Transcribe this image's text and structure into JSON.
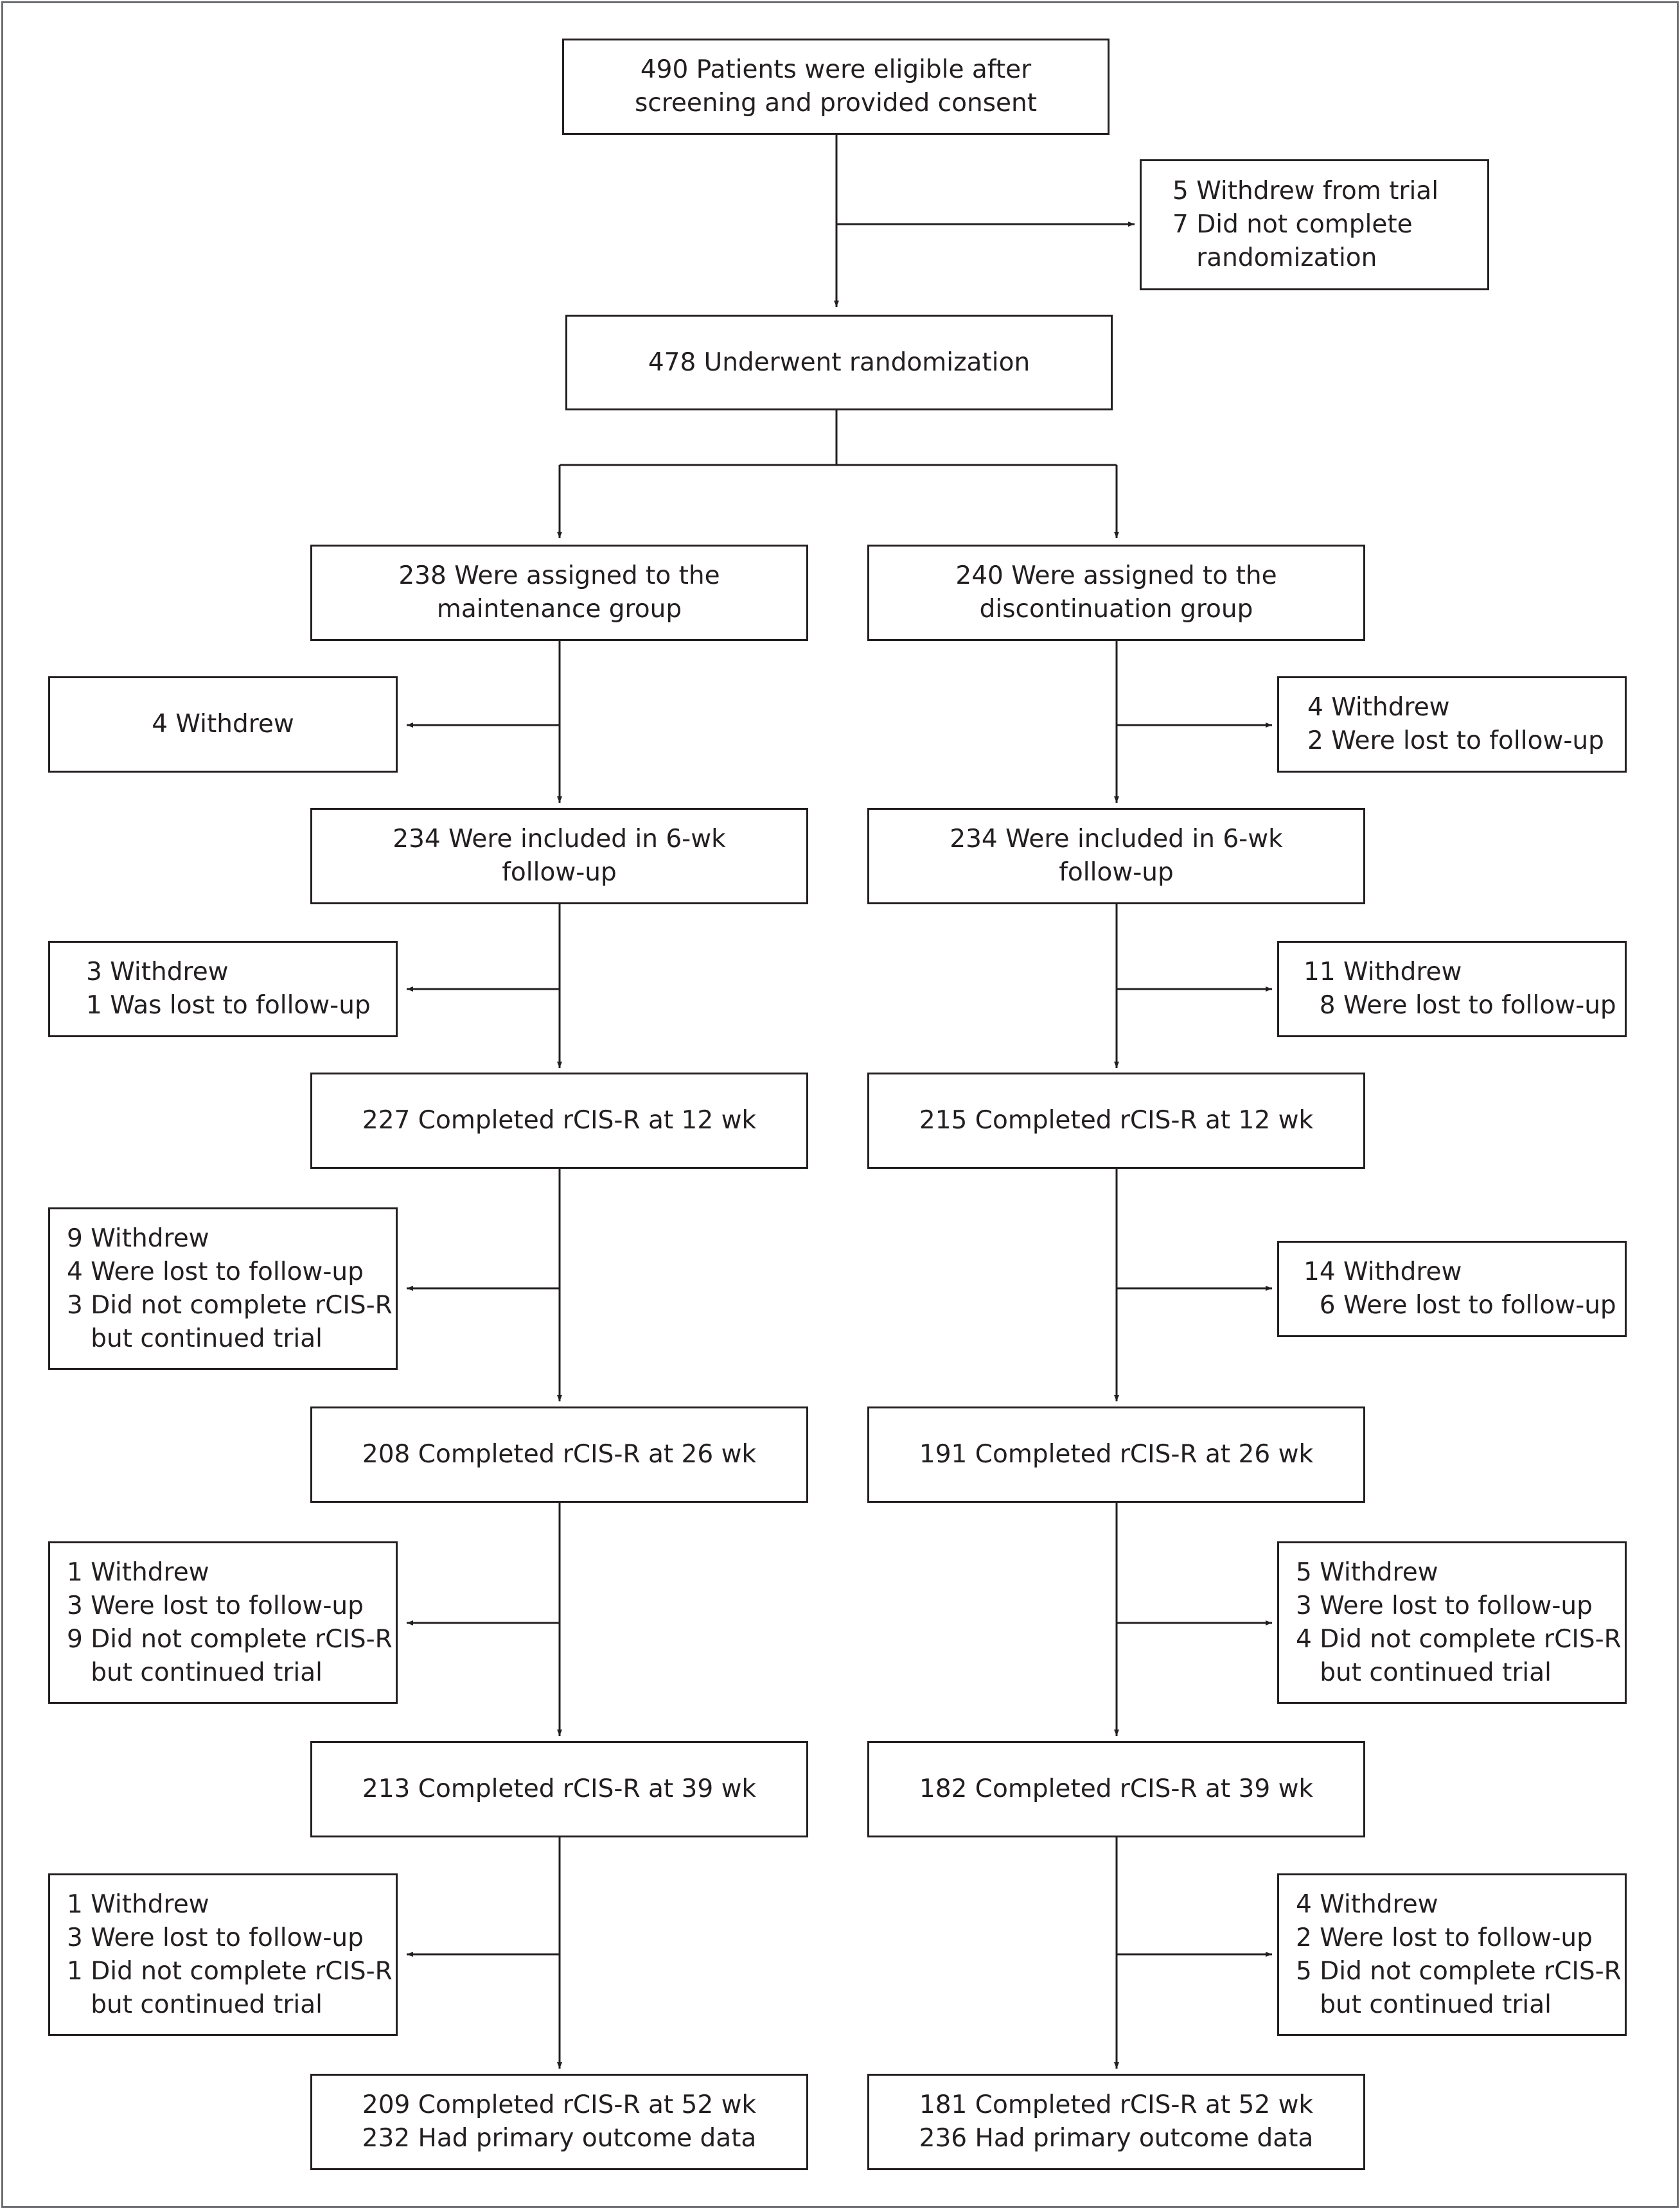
{
  "enrollment": {
    "lines": [
      "490 Patients were eligible after",
      "screening and provided consent"
    ]
  },
  "pre_randomization_exclusion": {
    "lines": [
      "5 Withdrew from trial",
      "7 Did not complete",
      "   randomization"
    ]
  },
  "randomized": {
    "lines": [
      "478 Underwent randomization"
    ]
  },
  "maintenance": {
    "assigned": {
      "lines": [
        "238 Were assigned to the",
        "maintenance group"
      ]
    },
    "excluded_1": {
      "lines": [
        "4 Withdrew"
      ]
    },
    "followup_6wk": {
      "lines": [
        "234 Were included in 6-wk",
        "follow-up"
      ]
    },
    "excluded_2": {
      "lines": [
        "3 Withdrew",
        "1 Was lost to follow-up"
      ]
    },
    "wk12": {
      "lines": [
        "227 Completed rCIS-R at 12 wk"
      ]
    },
    "excluded_3": {
      "lines": [
        "9 Withdrew",
        "4 Were lost to follow-up",
        "3 Did not complete rCIS-R",
        "   but continued trial"
      ]
    },
    "wk26": {
      "lines": [
        "208 Completed rCIS-R at 26 wk"
      ]
    },
    "excluded_4": {
      "lines": [
        "1 Withdrew",
        "3 Were lost to follow-up",
        "9 Did not complete rCIS-R",
        "   but continued trial"
      ]
    },
    "wk39": {
      "lines": [
        "213 Completed rCIS-R at 39 wk"
      ]
    },
    "excluded_5": {
      "lines": [
        "1 Withdrew",
        "3 Were lost to follow-up",
        "1 Did not complete rCIS-R",
        "   but continued trial"
      ]
    },
    "wk52": {
      "lines": [
        "209 Completed rCIS-R at 52 wk",
        "232 Had primary outcome data"
      ]
    }
  },
  "discontinuation": {
    "assigned": {
      "lines": [
        "240 Were assigned to the",
        "discontinuation group"
      ]
    },
    "excluded_1": {
      "lines": [
        "4 Withdrew",
        "2 Were lost to follow-up"
      ]
    },
    "followup_6wk": {
      "lines": [
        "234 Were included in 6-wk",
        "follow-up"
      ]
    },
    "excluded_2": {
      "lines": [
        "11 Withdrew",
        "  8 Were lost to follow-up"
      ]
    },
    "wk12": {
      "lines": [
        "215 Completed rCIS-R at 12 wk"
      ]
    },
    "excluded_3": {
      "lines": [
        "14 Withdrew",
        "  6 Were lost to follow-up"
      ]
    },
    "wk26": {
      "lines": [
        "191 Completed rCIS-R at 26 wk"
      ]
    },
    "excluded_4": {
      "lines": [
        "5 Withdrew",
        "3 Were lost to follow-up",
        "4 Did not complete rCIS-R",
        "   but continued trial"
      ]
    },
    "wk39": {
      "lines": [
        "182 Completed rCIS-R at 39 wk"
      ]
    },
    "excluded_5": {
      "lines": [
        "4 Withdrew",
        "2 Were lost to follow-up",
        "5 Did not complete rCIS-R",
        "   but continued trial"
      ]
    },
    "wk52": {
      "lines": [
        "181 Completed rCIS-R at 52 wk",
        "236 Had primary outcome data"
      ]
    }
  }
}
